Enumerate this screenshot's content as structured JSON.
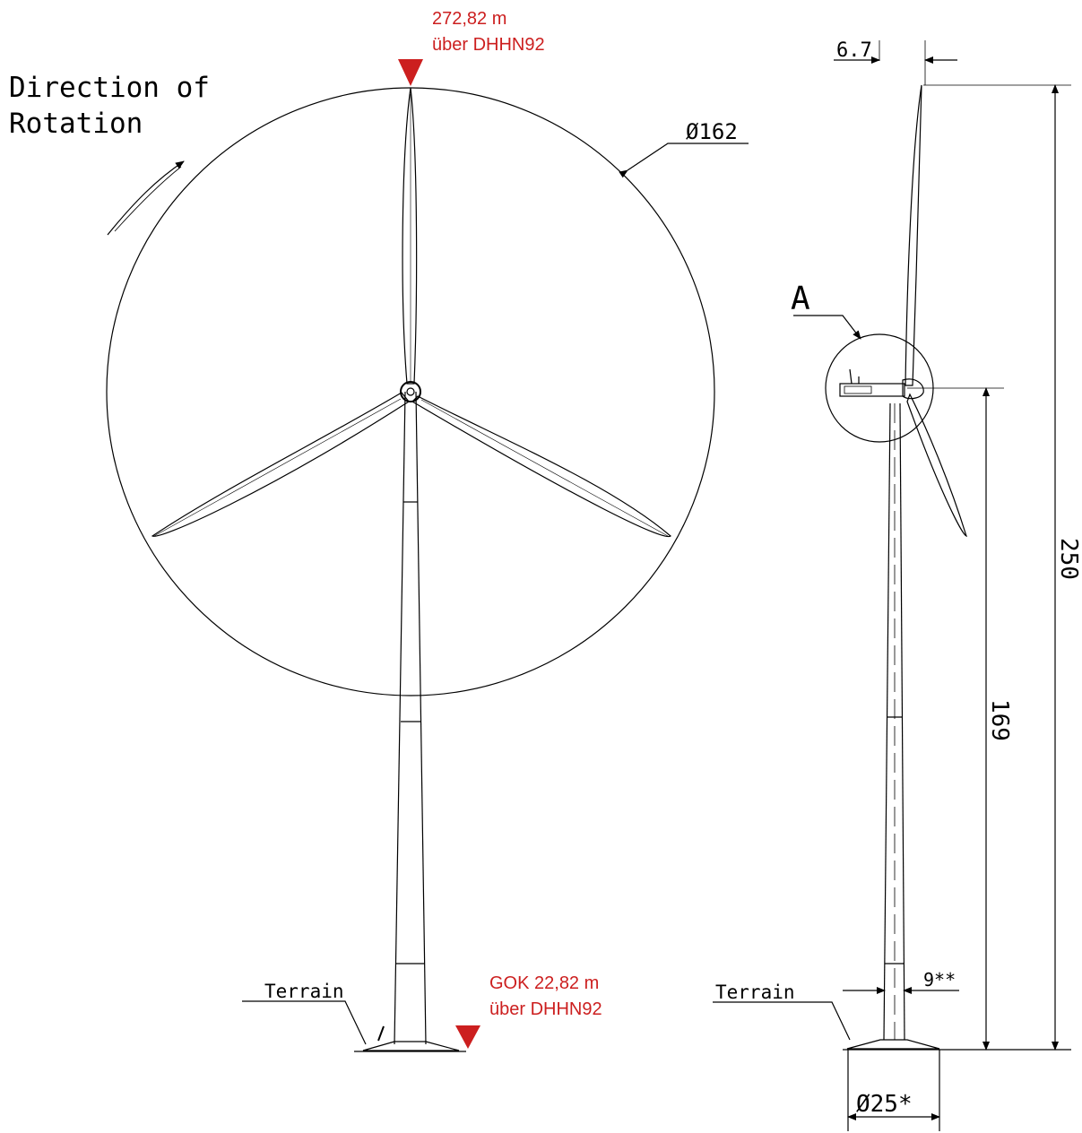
{
  "colors": {
    "line": "#000000",
    "accent": "#cc1f1f",
    "background": "#ffffff"
  },
  "top_elevation": {
    "value": "272,82 m",
    "datum": "über DHHN92"
  },
  "ground_elevation": {
    "value": "GOK 22,82 m",
    "datum": "über DHHN92"
  },
  "rotation_label": {
    "line1": "Direction of",
    "line2": "Rotation"
  },
  "rotor_diameter": "Ø162",
  "hub_offset": "6.7",
  "detail_label": "A",
  "total_height": "250",
  "hub_height": "169",
  "tower_top_dim": "9**",
  "foundation_diameter": "Ø25*",
  "terrain_front": "Terrain",
  "terrain_side": "Terrain"
}
